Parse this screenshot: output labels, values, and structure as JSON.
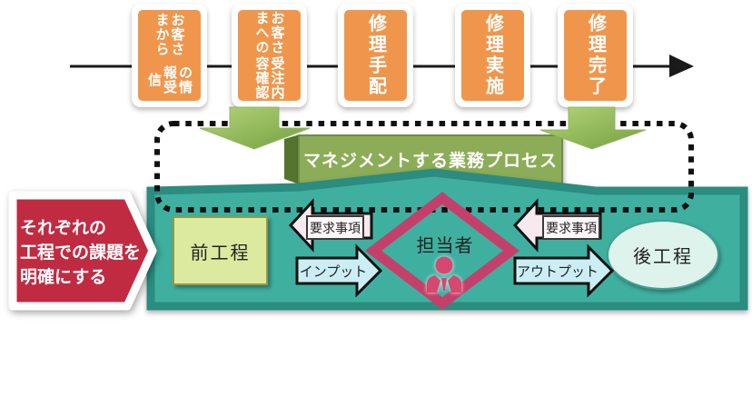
{
  "flow_steps": [
    {
      "lines": [
        "お客さまから",
        "の情報受信"
      ]
    },
    {
      "lines": [
        "お客さまへの",
        "受注内容確認"
      ]
    },
    {
      "lines": [
        "修理手配"
      ]
    },
    {
      "lines": [
        "修理実施"
      ]
    },
    {
      "lines": [
        "修理完了"
      ]
    }
  ],
  "management_banner": "マネジメントする業務プロセス",
  "side_note_lines": [
    "それぞれの",
    "工程での課題を",
    "明確にする"
  ],
  "process_detail": {
    "previous_process": "前工程",
    "person_in_charge": "担当者",
    "next_process": "後工程",
    "requirement_left": "要求事項",
    "requirement_right": "要求事項",
    "input_label": "インプット",
    "output_label": "アウトプット"
  },
  "colors": {
    "step_orange": "#f0964c",
    "flow_line": "#1a1a1a",
    "banner_green": "#8cac58",
    "down_arrow_green_light": "#b5d47b",
    "down_arrow_green_dark": "#74a041",
    "container_teal": "#3fb0a0",
    "container_teal_border": "#2b8c80",
    "side_note_red": "#c02b42",
    "diamond_crimson": "#c4406a",
    "requirement_pink": "#f8e9ef",
    "io_cyan": "#cbeef5",
    "previous_box_fill": "#dcea9f",
    "next_ellipse_fill": "#def3ec"
  }
}
